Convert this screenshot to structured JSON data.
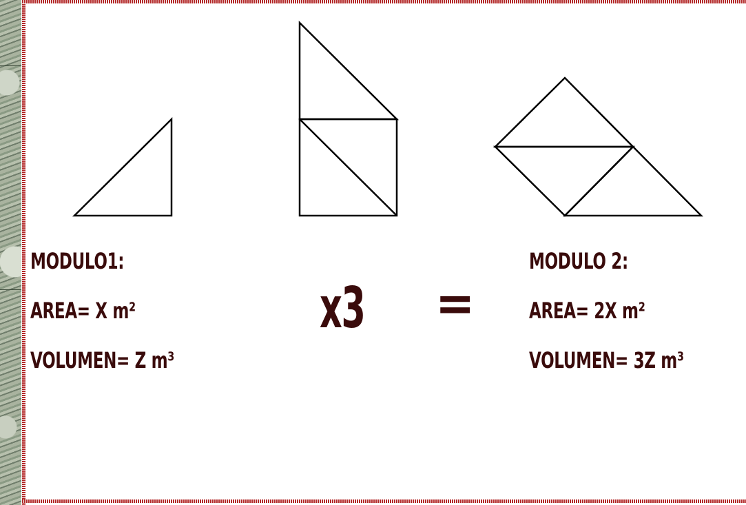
{
  "modulo1": {
    "title": "MODULO1:",
    "area": "AREA= X m²",
    "volumen": "VOLUMEN= Z m³"
  },
  "operator": {
    "multiply": "x3",
    "equals": "="
  },
  "modulo2": {
    "title": "MODULO 2:",
    "area": "AREA= 2X m²",
    "volumen": "VOLUMEN= 3Z m³"
  },
  "colors": {
    "text": "#3a0b0b",
    "border": "#b32a2a",
    "stroke": "#000000"
  }
}
